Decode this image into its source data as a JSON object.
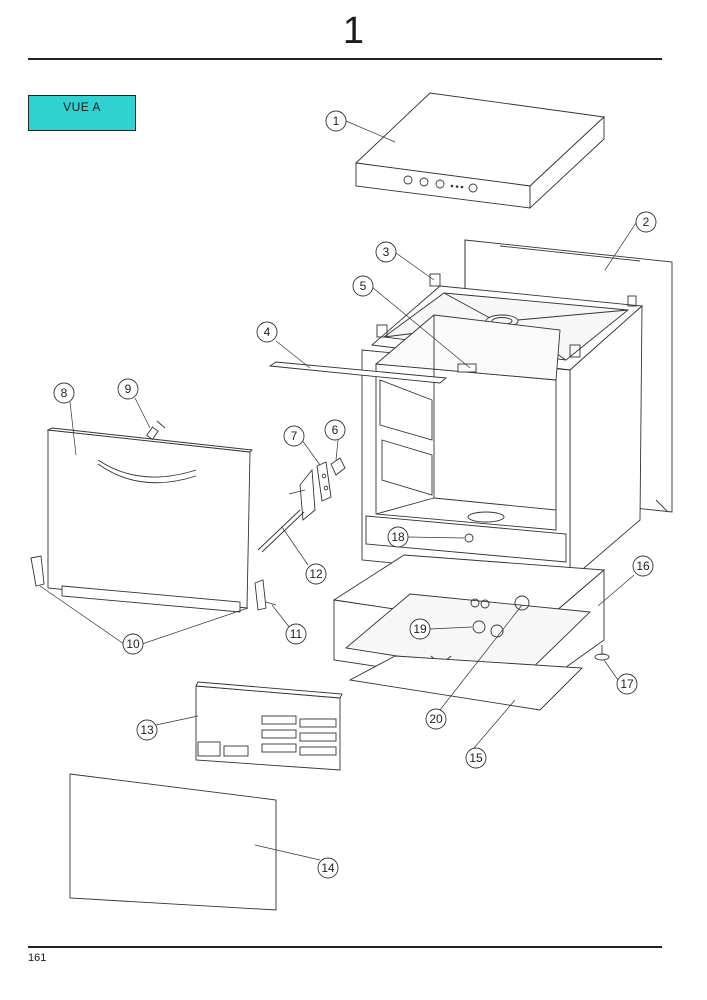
{
  "header": {
    "number": "1"
  },
  "view_label": {
    "text": "VUE A",
    "bg_color": "#2fd1d1"
  },
  "footer": {
    "page_number": "161"
  },
  "callouts": [
    "1",
    "2",
    "3",
    "4",
    "5",
    "6",
    "7",
    "8",
    "9",
    "10",
    "11",
    "12",
    "13",
    "14",
    "15",
    "16",
    "17",
    "18",
    "19",
    "20"
  ]
}
